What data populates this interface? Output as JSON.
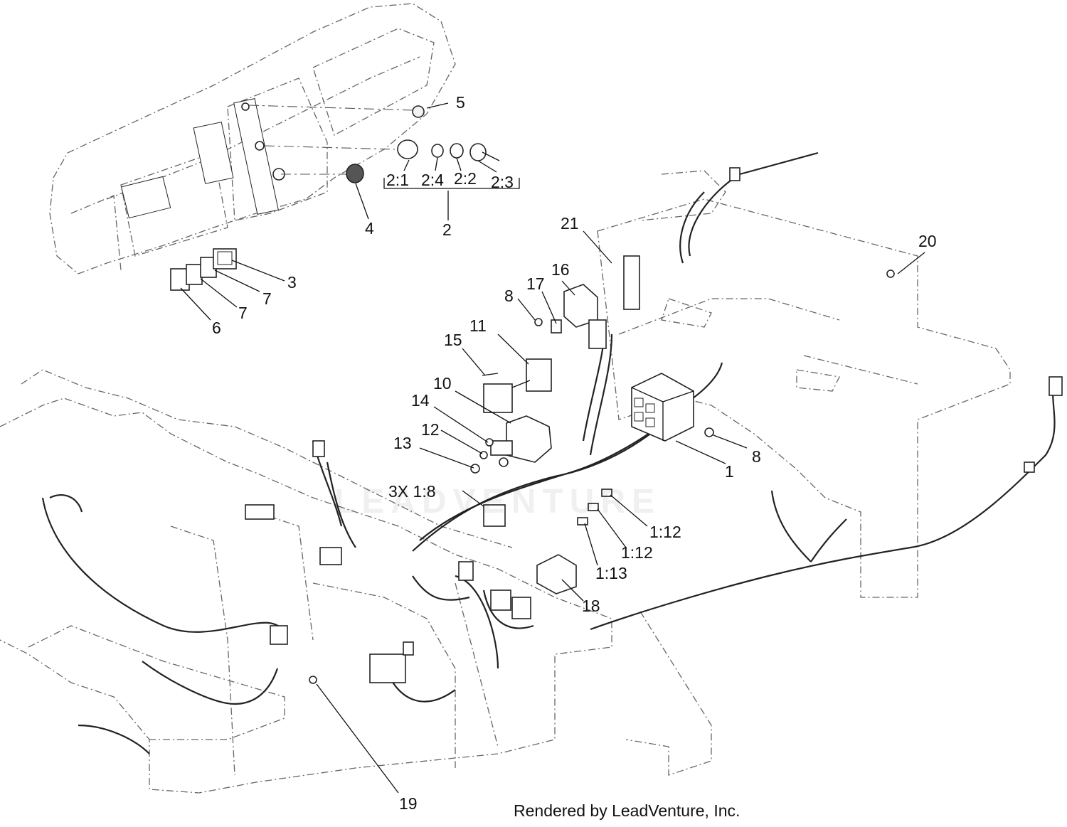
{
  "callouts": [
    {
      "id": "c5",
      "label": "5"
    },
    {
      "id": "c2-1",
      "label": "2:1"
    },
    {
      "id": "c2-4",
      "label": "2:4"
    },
    {
      "id": "c2-2",
      "label": "2:2"
    },
    {
      "id": "c2-3",
      "label": "2:3"
    },
    {
      "id": "c2",
      "label": "2"
    },
    {
      "id": "c4",
      "label": "4"
    },
    {
      "id": "c3",
      "label": "3"
    },
    {
      "id": "c7a",
      "label": "7"
    },
    {
      "id": "c7b",
      "label": "7"
    },
    {
      "id": "c6",
      "label": "6"
    },
    {
      "id": "c21",
      "label": "21"
    },
    {
      "id": "c20",
      "label": "20"
    },
    {
      "id": "c16",
      "label": "16"
    },
    {
      "id": "c17",
      "label": "17"
    },
    {
      "id": "c8a",
      "label": "8"
    },
    {
      "id": "c15",
      "label": "15"
    },
    {
      "id": "c11",
      "label": "11"
    },
    {
      "id": "c10",
      "label": "10"
    },
    {
      "id": "c14",
      "label": "14"
    },
    {
      "id": "c12",
      "label": "12"
    },
    {
      "id": "c13",
      "label": "13"
    },
    {
      "id": "c8b",
      "label": "8"
    },
    {
      "id": "c1",
      "label": "1"
    },
    {
      "id": "c3x18",
      "label": "3X 1:8"
    },
    {
      "id": "c1-12a",
      "label": "1:12"
    },
    {
      "id": "c1-12b",
      "label": "1:12"
    },
    {
      "id": "c1-13",
      "label": "1:13"
    },
    {
      "id": "c18",
      "label": "18"
    },
    {
      "id": "c19",
      "label": "19"
    }
  ],
  "watermark": "LEADVENTURE",
  "credit": "Rendered by LeadVenture, Inc."
}
